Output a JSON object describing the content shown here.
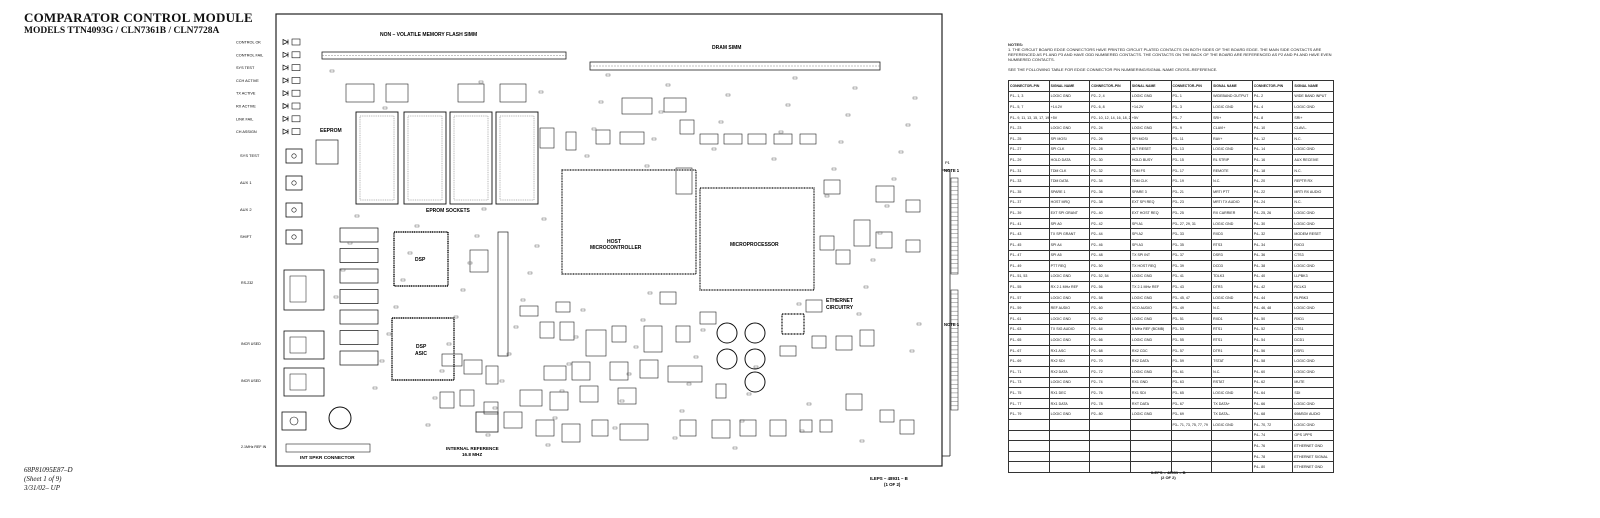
{
  "title": {
    "line1": "COMPARATOR CONTROL MODULE",
    "line2": "MODELS TTN4093G / CLN7361B / CLN7728A"
  },
  "footer": [
    "68P81095E87–D",
    "(Sheet 1 of 9)",
    "3/31/02– UP"
  ],
  "board": {
    "left_labels": [
      "CONTROL OK",
      "CONTROL FAIL",
      "SYS TEST",
      "CCH ACTIVE",
      "TX ACTIVE",
      "RX ACTIVE",
      "LINK FAIL",
      "CH ASSIGN"
    ],
    "side_jacks": [
      "SYS TEST",
      "AUX 1",
      "AUX 2",
      "SHIFT"
    ],
    "ports": [
      "RS-232",
      "INCR USED",
      "INCR USED",
      "2.1MHz REF IN"
    ],
    "flash_label": "NON – VOLATILE MEMORY FLASH SIMM",
    "dram_label": "DRAM SIMM",
    "eeprom_label": "EEPROM",
    "eprom_label": "EPROM SOCKETS",
    "dsp_label": "DSP",
    "dsp_asic_label": [
      "DSP",
      "ASIC"
    ],
    "host_label": [
      "HOST",
      "MICROCONTROLLER"
    ],
    "micro_label": "MICROPROCESSOR",
    "ethernet_label": [
      "ETHERNET",
      "CIRCUITRY"
    ],
    "int_ref_label": [
      "INTERNAL REFERENCE",
      "16.8 MHZ"
    ],
    "spkr_label": "INT SPKR CONNECTOR",
    "note1_label": "NOTE 1",
    "p_label": "P1",
    "drawing_no": [
      "ILEPS – 48931 – B",
      "(1 OF 2)"
    ]
  },
  "notes": {
    "heading": "NOTES:",
    "text": "1. THE CIRCUIT BOARD EDGE CONNECTORS HAVE PRINTED CIRCUIT PLATED CONTACTS ON BOTH SIDES OF THE BOARD EDGE. THE MAIN SIDE CONTACTS ARE REFERENCED AS P1 AND P3 AND HAVE ODD NUMBERED CONTACTS. THE CONTACTS ON THE BACK OF THE BOARD ARE REFERENCED AS P2 AND P4 AND HAVE EVEN NUMBERED CONTACTS.",
    "ref": "SEE THE FOLLOWING TABLE FOR EDGE CONNECTOR PIN NUMBERING/SIGNAL NAME CROSS–REFERENCE."
  },
  "xref_table": {
    "headers": [
      "CONNECTOR–PIN",
      "SIGNAL NAME",
      "CONNECTOR–PIN",
      "SIGNAL NAME",
      "CONNECTOR–PIN",
      "SIGNAL NAME",
      "CONNECTOR–PIN",
      "SIGNAL NAME"
    ],
    "rows": [
      [
        "P1– 1, 3",
        "LOGIC GND",
        "P2– 2, 4",
        "LOGIC GND",
        "P3– 1",
        "WIDEBAND OUTPUT",
        "P4– 2",
        "WIDE BAND INPUT"
      ],
      [
        "P1– 5, 7",
        "+14.2V",
        "P2– 6, 8",
        "+14.2V",
        "P3– 3",
        "LOGIC GND",
        "P4– 4",
        "LOGIC GND"
      ],
      [
        "P1– 9, 11, 13, 15, 17, 19, 21",
        "+5V",
        "P2– 10, 12, 14, 16, 18, 20, 22",
        "+5V",
        "P3– 7",
        "SRI+",
        "P4– 8",
        "SRI+"
      ],
      [
        "P1– 23",
        "LOGIC GND",
        "P2– 24",
        "LOGIC GND",
        "P3– 9",
        "CLAVI+",
        "P4– 10",
        "CLAVI–"
      ],
      [
        "P1– 25",
        "SPI MOSI",
        "P2– 26",
        "SPI MOSI",
        "P3– 11",
        "RAV+",
        "P4– 12",
        "N.C."
      ],
      [
        "P1– 27",
        "SPI CLK",
        "P2– 28",
        "ALT RESET",
        "P3– 13",
        "LOGIC GND",
        "P4– 14",
        "LOGIC GND"
      ],
      [
        "P1– 29",
        "HOLD DATA",
        "P2– 30",
        "HOLD BUSY",
        "P3– 15",
        "RL STRIP",
        "P4– 16",
        "AUX RECEIVE"
      ],
      [
        "P1– 31",
        "TDM CLK",
        "P2– 32",
        "TDM FS",
        "P3– 17",
        "REMOTE",
        "P4– 18",
        "N.C."
      ],
      [
        "P1– 33",
        "TDM DATA",
        "P2– 34",
        "TDM CLK",
        "P3– 19",
        "N.C.",
        "P4– 20",
        "REPTR RX"
      ],
      [
        "P1– 35",
        "SPARE 1",
        "P2– 36",
        "SPARE 3",
        "P3– 21",
        "MRTI PTT",
        "P4– 22",
        "MRTI RX AUDIO"
      ],
      [
        "P1– 37",
        "HOST MRQ",
        "P2– 38",
        "EXT SPI REQ",
        "P3– 23",
        "MRTI TX AUDIO",
        "P4– 24",
        "N.C."
      ],
      [
        "P1– 39",
        "EXT SPI GRANT",
        "P2– 40",
        "EXT HOST REQ",
        "P3– 25",
        "RX CARRIER",
        "P4– 25, 26",
        "LOGIC GND"
      ],
      [
        "P1– 41",
        "SPI A0",
        "P2– 42",
        "SPI A1",
        "P3– 27, 29, 31",
        "LOGIC GND",
        "P4– 30",
        "LOGIC GND"
      ],
      [
        "P1– 43",
        "TX SPI GRANT",
        "P2– 44",
        "SPI A2",
        "P3– 33",
        "RXD3",
        "P4– 32",
        "MODEM RESET"
      ],
      [
        "P1– 45",
        "SPI A4",
        "P2– 46",
        "SPI A3",
        "P3– 35",
        "RTS3",
        "P4– 34",
        "RXD3"
      ],
      [
        "P1– 47",
        "SPI A5",
        "P2– 48",
        "TX SPI INT",
        "P3– 37",
        "DSR3",
        "P4– 36",
        "CTS3"
      ],
      [
        "P1– 49",
        "PTT REQ",
        "P2– 50",
        "TX HOST REQ",
        "P3– 39",
        "DCD3",
        "P4– 38",
        "LOGIC GND"
      ],
      [
        "P1– 51, 53",
        "LOGIC GND",
        "P2– 52, 54",
        "LOGIC GND",
        "P3– 41",
        "TDLK3",
        "P4– 40",
        "LLPBK3"
      ],
      [
        "P1– 55",
        "RX 2.1 MHz REF",
        "P2– 56",
        "TX 2.1 MHz REF",
        "P3– 43",
        "DTR3",
        "P4– 42",
        "RCLK3"
      ],
      [
        "P1– 57",
        "LOGIC GND",
        "P2– 58",
        "LOGIC GND",
        "P3– 45, 47",
        "LOGIC GND",
        "P4– 44",
        "RLPBK3"
      ],
      [
        "P1– 59",
        "REF AUDIO",
        "P2– 60",
        "VCO AUDIO",
        "P3– 49",
        "N.C.",
        "P4– 46, 48",
        "LOGIC GND"
      ],
      [
        "P1– 61",
        "LOGIC GND",
        "P2– 62",
        "LOGIC GND",
        "P3– 51",
        "RXD1",
        "P4– 50",
        "RXD1"
      ],
      [
        "P1– 63",
        "TX SIG AUDIO",
        "P2– 64",
        "5 MHz REF (BCMB)",
        "P3– 53",
        "RTS1",
        "P4– 52",
        "CTS1"
      ],
      [
        "P1– 65",
        "LOGIC GND",
        "P2– 66",
        "LOGIC GND",
        "P3– 55",
        "RTS1",
        "P4– 54",
        "DCD1"
      ],
      [
        "P1– 67",
        "RX1 ASC",
        "P2– 68",
        "RX2 CDC",
        "P3– 57",
        "DTR1",
        "P4– 56",
        "DSR1"
      ],
      [
        "P1– 69",
        "RX2 SDI",
        "P2– 70",
        "RX2 DATA",
        "P3– 59",
        "TSTAT",
        "P4– 58",
        "LOGIC GND"
      ],
      [
        "P1– 71",
        "RX2 DATA",
        "P2– 72",
        "LOGIC GND",
        "P3– 61",
        "N.C.",
        "P4– 60",
        "LOGIC GND"
      ],
      [
        "P1– 73",
        "LOGIC GND",
        "P2– 74",
        "RX1 GND",
        "P3– 63",
        "RSTAT",
        "P4– 62",
        "MUTE"
      ],
      [
        "P1– 75",
        "RX1 DEC",
        "P2– 76",
        "RX1 SDI",
        "P3– 65",
        "LOGIC GND",
        "P4– 64",
        "SDI"
      ],
      [
        "P1– 77",
        "RX1 DATA",
        "P2– 78",
        "RXT DATA",
        "P3– 67",
        "TX DATA+",
        "P4– 66",
        "LOGIC GND"
      ],
      [
        "P1– 79",
        "LOGIC GND",
        "P2– 80",
        "LOGIC GND",
        "P3– 69",
        "TX DATA–",
        "P4– 68",
        "698/B3V AUDIO"
      ],
      [
        "",
        "",
        "",
        "",
        "P3– 71, 73, 75, 77, 79",
        "LOGIC GND",
        "P4– 70, 72",
        "LOGIC GND"
      ],
      [
        "",
        "",
        "",
        "",
        "",
        "",
        "P4– 74",
        "GPS 1PPS"
      ],
      [
        "",
        "",
        "",
        "",
        "",
        "",
        "P4– 76",
        "ETHERNET GND"
      ],
      [
        "",
        "",
        "",
        "",
        "",
        "",
        "P4– 78",
        "ETHERNET SIGNAL"
      ],
      [
        "",
        "",
        "",
        "",
        "",
        "",
        "P4– 80",
        "ETHERNET GND"
      ]
    ]
  },
  "drawing_no_2": [
    "ILEPS – 48931 – B",
    "(2 OF 2)"
  ]
}
